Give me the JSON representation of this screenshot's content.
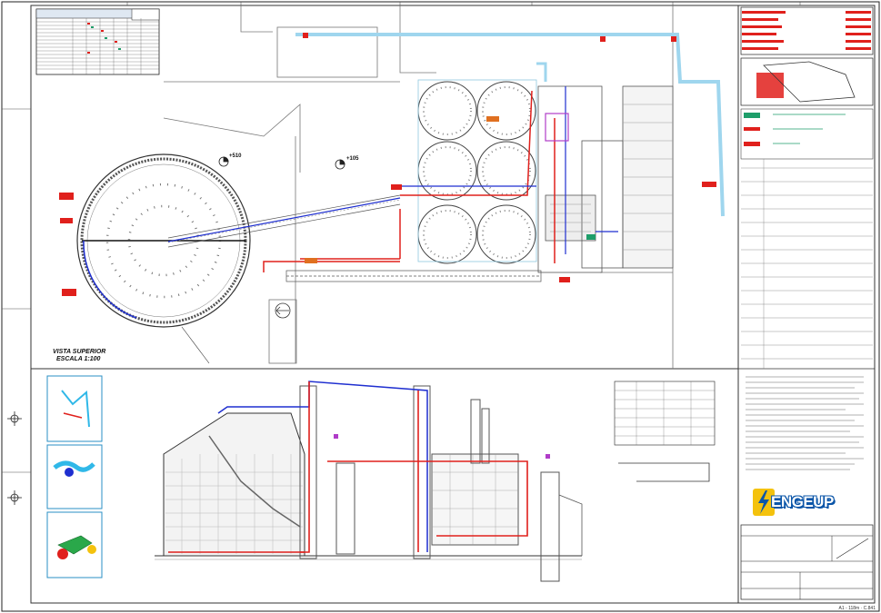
{
  "drawing": {
    "top_view_title": "VISTA SUPERIOR",
    "top_view_scale": "ESCALA 1:100",
    "elevation_1": "+510",
    "elevation_2": "+105",
    "company_logo": "ENGEUP",
    "sheet_number": "A1 - 118m · C.841"
  },
  "colors": {
    "fire_main_red": "#e0201c",
    "water_line_blue": "#1f2fd0",
    "supply_light_blue": "#9fd6ee",
    "structure_gray": "#6b6b6b",
    "brand_blue": "#0a55a8",
    "brand_yellow": "#f4c20d",
    "legend_green": "#1e9e6a"
  },
  "icons": {
    "logo_mark": "lightning-bolt-icon",
    "grid_marker": "crosshair-icon"
  }
}
